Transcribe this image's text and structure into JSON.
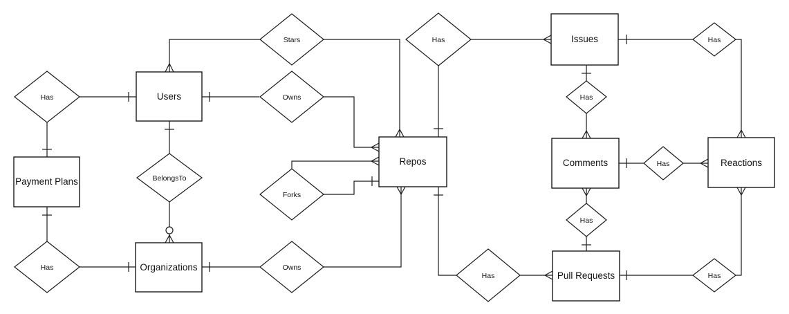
{
  "entities": {
    "users": "Users",
    "payment_plans": "Payment Plans",
    "organizations": "Organizations",
    "repos": "Repos",
    "issues": "Issues",
    "comments": "Comments",
    "reactions": "Reactions",
    "pull_requests": "Pull Requests"
  },
  "relationships": {
    "stars": "Stars",
    "owns_users": "Owns",
    "forks": "Forks",
    "owns_orgs": "Owns",
    "belongs_to": "BelongsTo",
    "has_users_plans": "Has",
    "has_orgs_plans": "Has",
    "has_repos_issues": "Has",
    "has_issues_reactions": "Has",
    "has_issues_comments": "Has",
    "has_comments_reactions": "Has",
    "has_comments_pullrequests": "Has",
    "has_repos_pullrequests": "Has",
    "has_pullrequests_reactions": "Has"
  },
  "colors": {
    "line": "#1a1a1a",
    "background": "#ffffff"
  }
}
